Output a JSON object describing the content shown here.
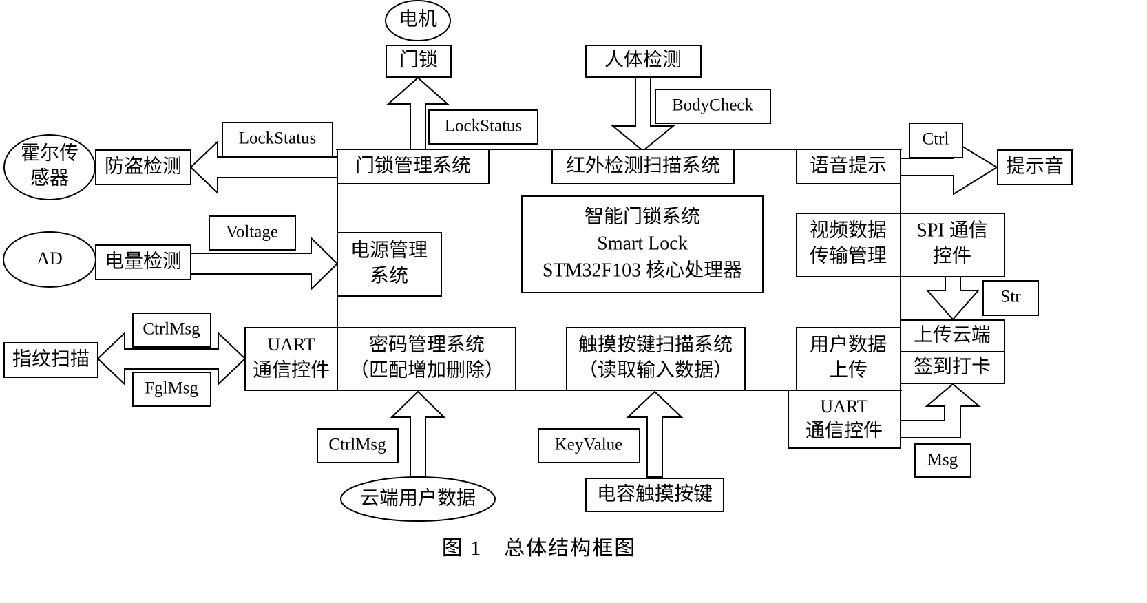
{
  "caption": "图 1　总体结构框图",
  "core": {
    "line1": "智能门锁系统",
    "line2": "Smart Lock",
    "line3": "STM32F103 核心处理器"
  },
  "externals": {
    "motor": "电机",
    "hall_sensor_l1": "霍尔传",
    "hall_sensor_l2": "感器",
    "ad": "AD",
    "fingerprint": "指纹扫描",
    "cloud_user_data": "云端用户数据",
    "capacitive_keys": "电容触摸按键",
    "body_detect": "人体检测",
    "prompt_tone": "提示音"
  },
  "modules": {
    "door_lock": "门锁",
    "anti_theft": "防盗检测",
    "battery_detect": "电量检测",
    "lock_mgmt": "门锁管理系统",
    "ir_scan": "红外检测扫描系统",
    "voice_prompt": "语音提示",
    "power_mgmt_l1": "电源管理",
    "power_mgmt_l2": "系统",
    "video_l1": "视频数据",
    "video_l2": "传输管理",
    "spi_l1": "SPI 通信",
    "spi_l2": "控件",
    "uart_left_l1": "UART",
    "uart_left_l2": "通信控件",
    "password_l1": "密码管理系统",
    "password_l2": "（匹配增加删除）",
    "touch_l1": "触摸按键扫描系统",
    "touch_l2": "（读取输入数据）",
    "user_upload_l1": "用户数据",
    "user_upload_l2": "上传",
    "upload_cloud": "上传云端",
    "check_in": "签到打卡",
    "uart_right_l1": "UART",
    "uart_right_l2": "通信控件"
  },
  "signals": {
    "lock_status_left": "LockStatus",
    "lock_status_up": "LockStatus",
    "body_check": "BodyCheck",
    "ctrl": "Ctrl",
    "voltage": "Voltage",
    "str": "Str",
    "ctrl_msg_left": "CtrlMsg",
    "fgl_msg": "FglMsg",
    "ctrl_msg_bottom": "CtrlMsg",
    "key_value": "KeyValue",
    "msg": "Msg"
  }
}
